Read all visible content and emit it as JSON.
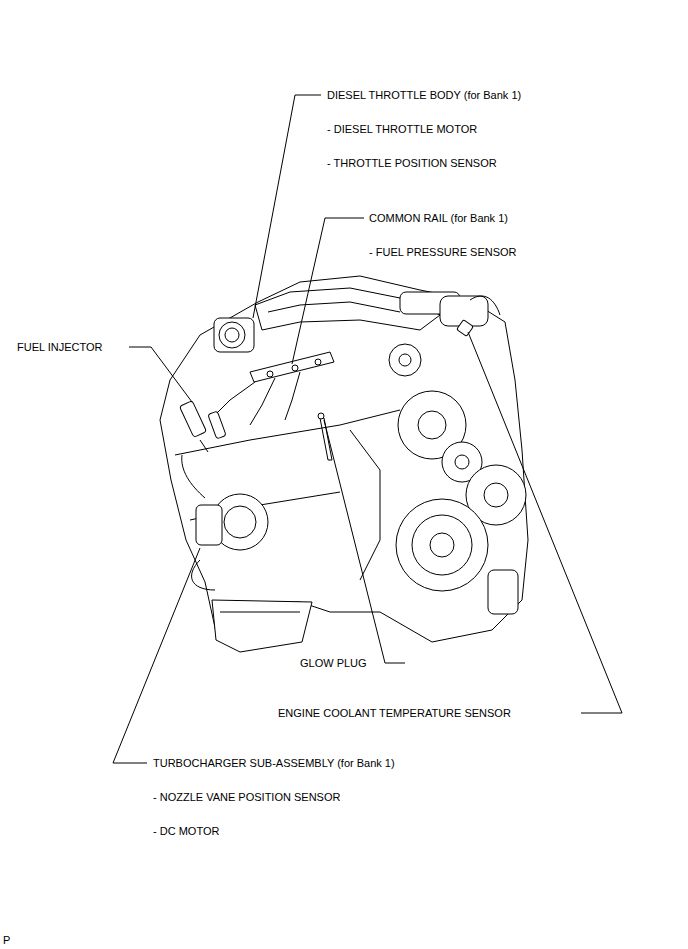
{
  "diagram": {
    "labels": [
      "DIESEL THROTTLE BODY (for Bank 1)",
      "- DIESEL THROTTLE MOTOR",
      "- THROTTLE POSITION SENSOR",
      "COMMON RAIL (for Bank 1)",
      "- FUEL PRESSURE SENSOR",
      "FUEL INJECTOR",
      "GLOW PLUG",
      "ENGINE COOLANT TEMPERATURE SENSOR",
      "TURBOCHARGER SUB-ASSEMBLY (for Bank 1)",
      "- NOZZLE VANE POSITION SENSOR",
      "- DC MOTOR",
      "P"
    ]
  }
}
